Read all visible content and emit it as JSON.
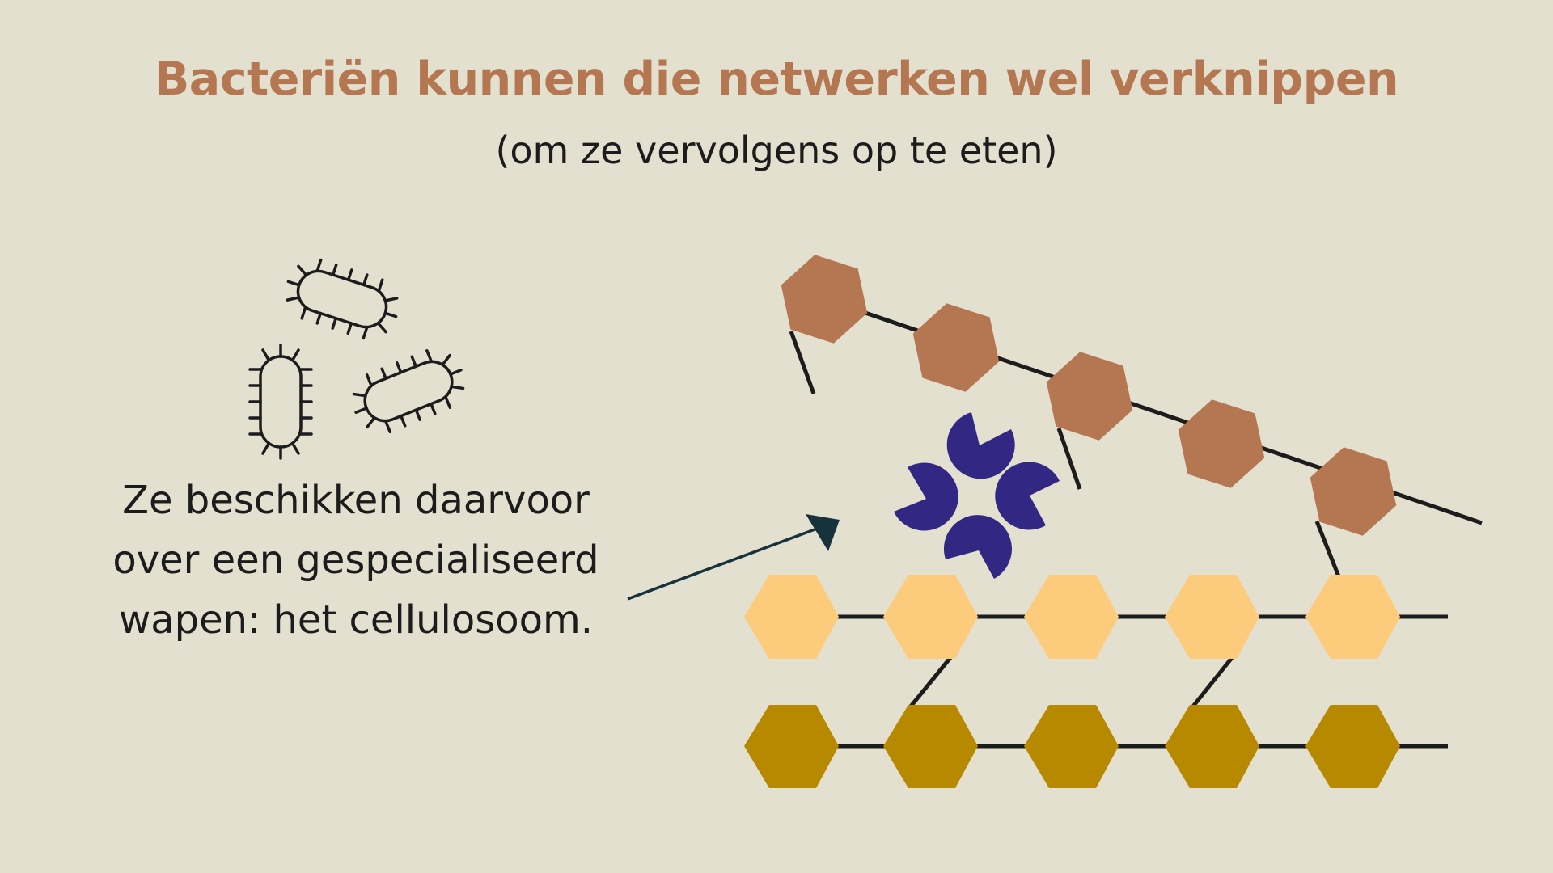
{
  "title": "Bacteriën kunnen die netwerken wel verknippen",
  "subtitle": "(om ze vervolgens op te eten)",
  "caption": {
    "line1": "Ze beschikken daarvoor",
    "line2": "over een gespecialiseerd",
    "line3": "wapen: het cellulosoom."
  },
  "colors": {
    "background": "#e3e0d0",
    "title": "#b47751",
    "text": "#1c1c1c",
    "hexagon_top_chain": "#b47751",
    "hexagon_middle_chain": "#fccb7c",
    "hexagon_bottom_chain": "#b78901",
    "cellulosome": "#322783",
    "arrow": "#17323a",
    "bond": "#1c1c1c"
  },
  "icons": {
    "bacteria": "bacteria-icon",
    "cellulosome": "cellulosome-icon",
    "arrow": "arrow-icon"
  }
}
